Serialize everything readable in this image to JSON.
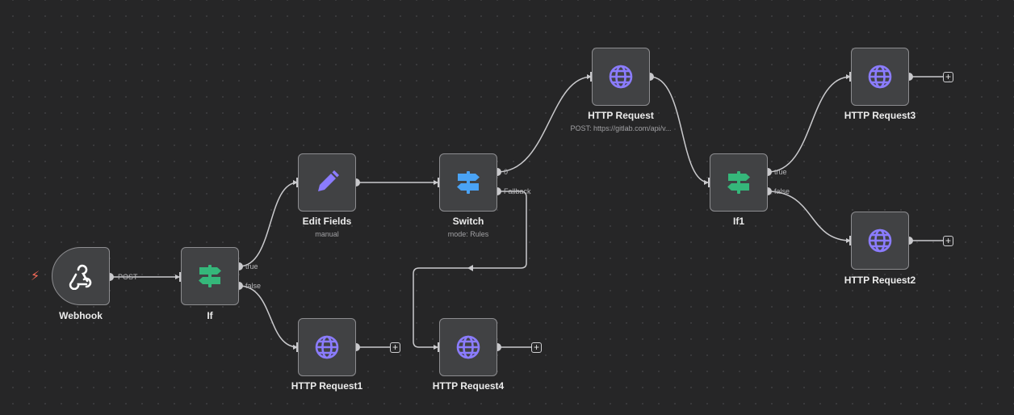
{
  "nodes": {
    "webhook": {
      "title": "Webhook",
      "icon": "webhook-icon"
    },
    "if": {
      "title": "If",
      "icon": "signpost-icon"
    },
    "edit_fields": {
      "title": "Edit Fields",
      "subtitle": "manual",
      "icon": "pencil-icon"
    },
    "switch": {
      "title": "Switch",
      "subtitle": "mode: Rules",
      "icon": "signpost-icon"
    },
    "http_request": {
      "title": "HTTP Request",
      "subtitle": "POST: https://gitlab.com/api/v...",
      "icon": "globe-icon"
    },
    "if1": {
      "title": "If1",
      "icon": "signpost-icon"
    },
    "http_request1": {
      "title": "HTTP Request1",
      "icon": "globe-icon"
    },
    "http_request2": {
      "title": "HTTP Request2",
      "icon": "globe-icon"
    },
    "http_request3": {
      "title": "HTTP Request3",
      "icon": "globe-icon"
    },
    "http_request4": {
      "title": "HTTP Request4",
      "icon": "globe-icon"
    }
  },
  "ports": {
    "webhook_post": "POST",
    "if_true": "true",
    "if_false": "false",
    "switch_0": "0",
    "switch_fallback": "Fallback",
    "if1_true": "true",
    "if1_false": "false"
  },
  "add_button": "+",
  "trigger_badge": "⚡",
  "colors": {
    "canvas_bg": "#262627",
    "node_bg": "#414244",
    "node_border": "#8d8d90",
    "edge": "#cacacd",
    "globe": "#8b7cff",
    "pencil": "#8b7cff",
    "if_green": "#35b77a",
    "switch_blue": "#4aa3f5",
    "trigger_red": "#ff6d5a"
  }
}
